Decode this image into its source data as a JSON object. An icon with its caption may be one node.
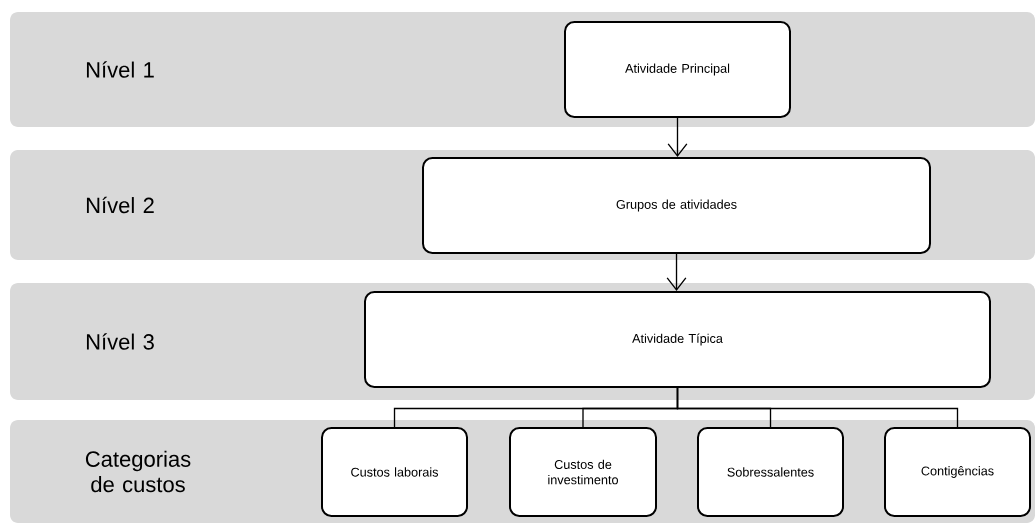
{
  "diagram": {
    "nodes": [
      {
        "text": [
          "Nível 1"
        ]
      },
      {
        "text": [
          "Atividade Principal"
        ],
        "in": 0
      },
      {
        "text": [
          "Nível 2"
        ]
      },
      {
        "text": [
          "Grupos de atividades"
        ],
        "in": 2
      },
      {
        "text": [
          "Nível 3"
        ]
      },
      {
        "text": [
          "Atividade Típica"
        ],
        "in": 4
      },
      {
        "text": [
          "Categorias de custos"
        ]
      },
      {
        "text": [
          "Custos laborais"
        ],
        "in": 6
      },
      {
        "text": [
          "Custos de investimento"
        ],
        "in": 6
      },
      {
        "text": [
          "Sobressalentes"
        ],
        "in": 6
      },
      {
        "text": [
          "Contigências"
        ],
        "in": 6
      }
    ],
    "edges": [
      {
        "from": 1,
        "to": 3,
        "arrow": "to"
      },
      {
        "from": 3,
        "to": 5,
        "arrow": "to"
      },
      {
        "from": 5,
        "to": 7,
        "arrow": "none"
      },
      {
        "from": 5,
        "to": 8,
        "arrow": "none"
      },
      {
        "from": 5,
        "to": 9,
        "arrow": "none"
      },
      {
        "from": 5,
        "to": 10,
        "arrow": "none"
      }
    ]
  }
}
